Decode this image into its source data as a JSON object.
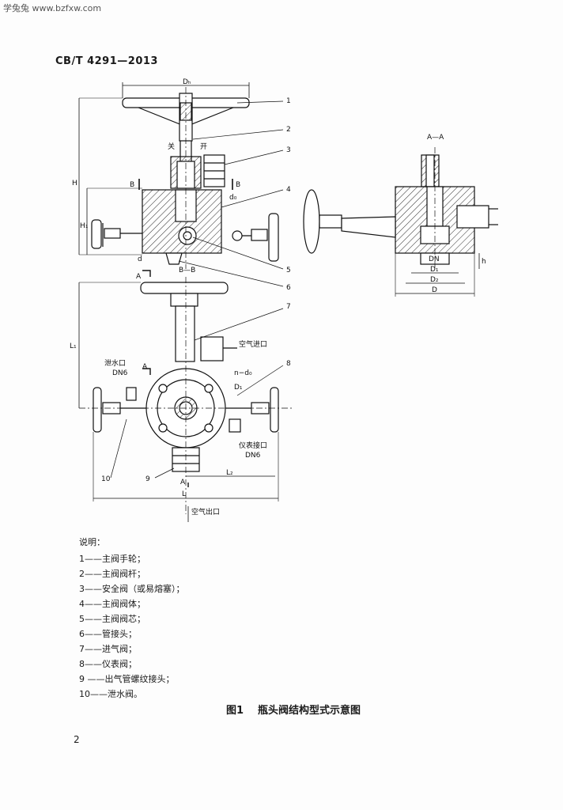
{
  "header": {
    "watermark": "学兔兔 www.bzfxw.com",
    "standard_code": "CB/T 4291—2013"
  },
  "drawing": {
    "top_view": {
      "dim_dh": "Dₕ",
      "dim_h": "H",
      "dim_h1": "H₁",
      "label_guan": "关",
      "label_kai": "开",
      "section_b_left": "B",
      "section_b_right": "B",
      "dim_d0": "d₀",
      "dim_d": "d",
      "callouts": [
        "1",
        "2",
        "3",
        "4",
        "5",
        "6"
      ]
    },
    "section_aa": {
      "title": "A—A",
      "dim_dn": "DN",
      "dim_d1": "D₁",
      "dim_d2": "D₂",
      "dim_d": "D",
      "dim_h": "h"
    },
    "section_bb": {
      "title": "B—B",
      "section_a_top": "A",
      "section_a_mid": "A",
      "section_a_bottom": "A",
      "dim_l1": "L₁",
      "dim_l2": "L₂",
      "dim_l": "L",
      "dim_n_d0": "n−d₀",
      "dim_d1": "D₁",
      "label_air_in": "空气进口",
      "label_drain": "泄水口",
      "label_drain_dn": "DN6",
      "label_gauge": "仪表接口",
      "label_gauge_dn": "DN6",
      "label_air_out": "空气出口",
      "callouts": [
        "7",
        "8",
        "9",
        "10"
      ]
    }
  },
  "legend": {
    "title": "说明：",
    "items": [
      "1——主阀手轮；",
      "2——主阀阀杆；",
      "3——安全阀（或易熔塞）；",
      "4——主阀阀体；",
      "5——主阀阀芯；",
      "6——管接头；",
      "7——进气阀；",
      "8——仪表阀；",
      "9 ——出气管螺纹接头；",
      "10——泄水阀。"
    ]
  },
  "caption": {
    "number": "图1",
    "title": "瓶头阀结构型式示意图"
  },
  "page_number": "2"
}
